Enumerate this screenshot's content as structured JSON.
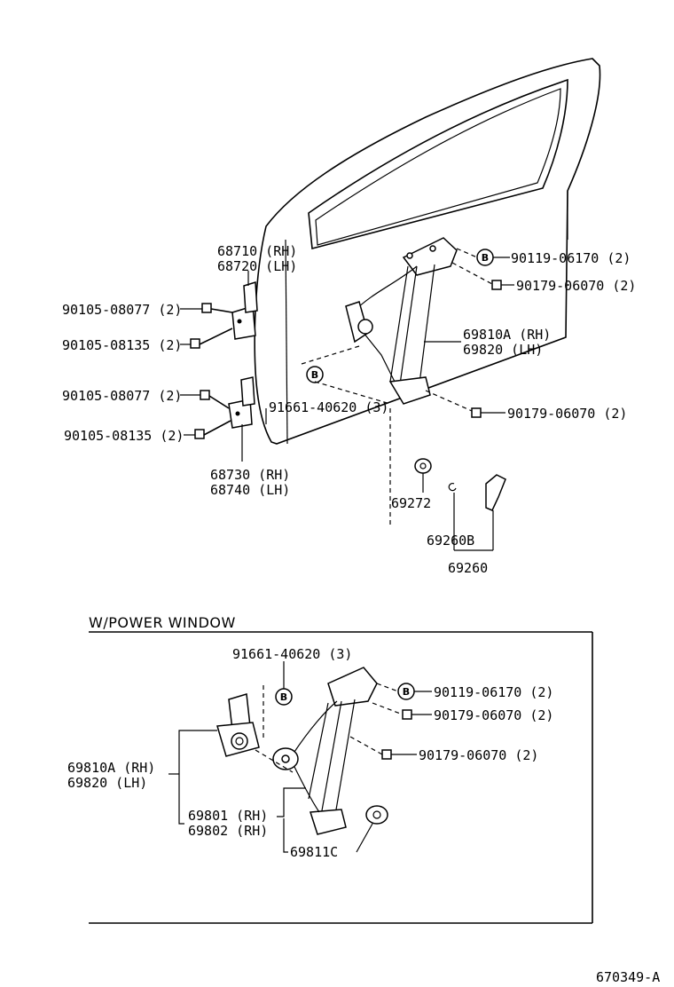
{
  "labels": {
    "p68710": "68710 (RH)",
    "p68720": "68720 (LH)",
    "p90105_08077_a": "90105-08077 (2)",
    "p90105_08135_a": "90105-08135 (2)",
    "p90105_08077_b": "90105-08077 (2)",
    "p90105_08135_b": "90105-08135 (2)",
    "p68730": "68730 (RH)",
    "p68740": "68740 (LH)",
    "p90119_top": "90119-06170 (2)",
    "p90179_top": "90179-06070 (2)",
    "p69810A_top": "69810A (RH)",
    "p69820_top": "69820  (LH)",
    "p91661_top": "91661-40620 (3)",
    "p90179_mid": "90179-06070 (2)",
    "p69272": "69272",
    "p69260B": "69260B",
    "p69260": "69260",
    "p91661_pw": "91661-40620 (3)",
    "p90119_pw": "90119-06170 (2)",
    "p90179_pw1": "90179-06070 (2)",
    "p90179_pw2": "90179-06070 (2)",
    "p69810A_pw": "69810A (RH)",
    "p69820_pw": "69820  (LH)",
    "p69801": "69801 (RH)",
    "p69802": "69802 (RH)",
    "p69811C": "69811C"
  },
  "section_title": "W/POWER WINDOW",
  "callout_letter": "B",
  "figure_code": "670349-A"
}
